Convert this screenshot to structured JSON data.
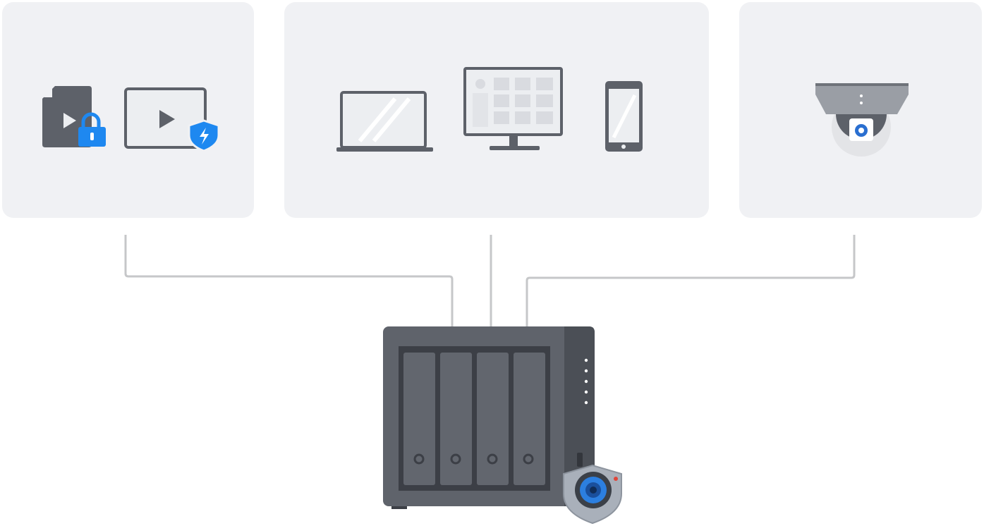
{
  "colors": {
    "panel_bg": "#f0f1f4",
    "connector": "#c6c7c9",
    "icon_dark": "#5d6169",
    "icon_fill": "#eceef1",
    "accent_blue": "#1e88f0",
    "nas_body": "#5f636b",
    "nas_side": "#4b4f56",
    "nas_frame": "#3c3f46",
    "nas_bay": "#62666e"
  },
  "groups": [
    {
      "id": "media-security",
      "icons": [
        "locked-video-file-icon",
        "protected-video-player-icon"
      ]
    },
    {
      "id": "client-devices",
      "icons": [
        "laptop-icon",
        "desktop-monitor-icon",
        "smartphone-icon"
      ]
    },
    {
      "id": "surveillance",
      "icons": [
        "dome-camera-icon"
      ]
    }
  ],
  "hub": {
    "icon": "nas-server-icon",
    "badge": "surveillance-station-badge-icon",
    "drive_bays": 4,
    "status_leds": 5
  }
}
